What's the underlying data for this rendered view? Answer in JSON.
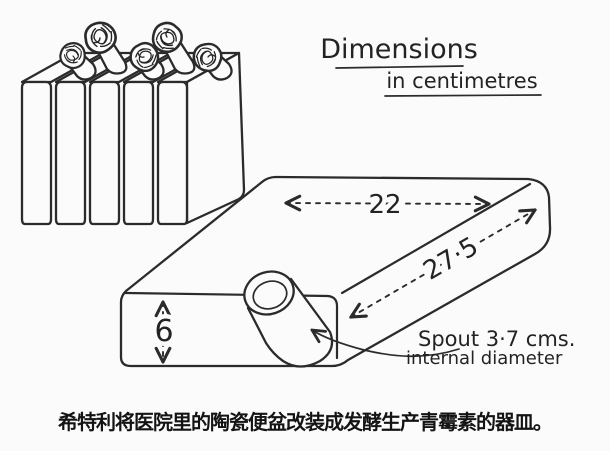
{
  "title": {
    "line1": "Dimensions",
    "line2": "in centimetres"
  },
  "vessel": {
    "width_label": "22",
    "length_label": "27·5",
    "height_label": "6",
    "spout_label_line1": "Spout 3·7 cms.",
    "spout_label_line2": "internal diameter"
  },
  "caption": "希特利将医院里的陶瓷便盆改装成发酵生产青霉素的器皿。",
  "colors": {
    "ink": "#2b2b2b",
    "background": "#fbfbfb"
  }
}
